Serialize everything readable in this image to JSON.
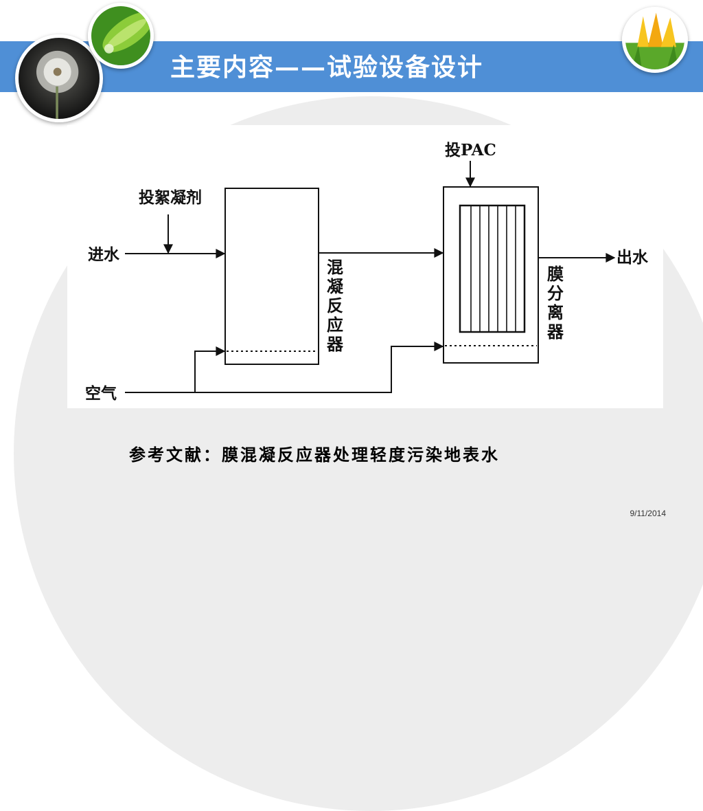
{
  "slide": {
    "title": "主要内容——试验设备设计",
    "reference": "参考文献：膜混凝反应器处理轻度污染地表水",
    "date": "9/11/2014"
  },
  "diagram": {
    "labels": {
      "coagulant": "投絮凝剂",
      "pac": "投PAC",
      "water_in": "进水",
      "water_out": "出水",
      "air": "空气",
      "reactor": "混凝反应器",
      "membrane": "膜分离器"
    }
  },
  "colors": {
    "title_band": "#4f8fd6",
    "title_text": "#ffffff",
    "background_circle": "#ededed",
    "diagram_line": "#111111"
  },
  "icons": [
    "dandelion-photo",
    "green-leaf-photo",
    "yellow-flower-photo"
  ]
}
